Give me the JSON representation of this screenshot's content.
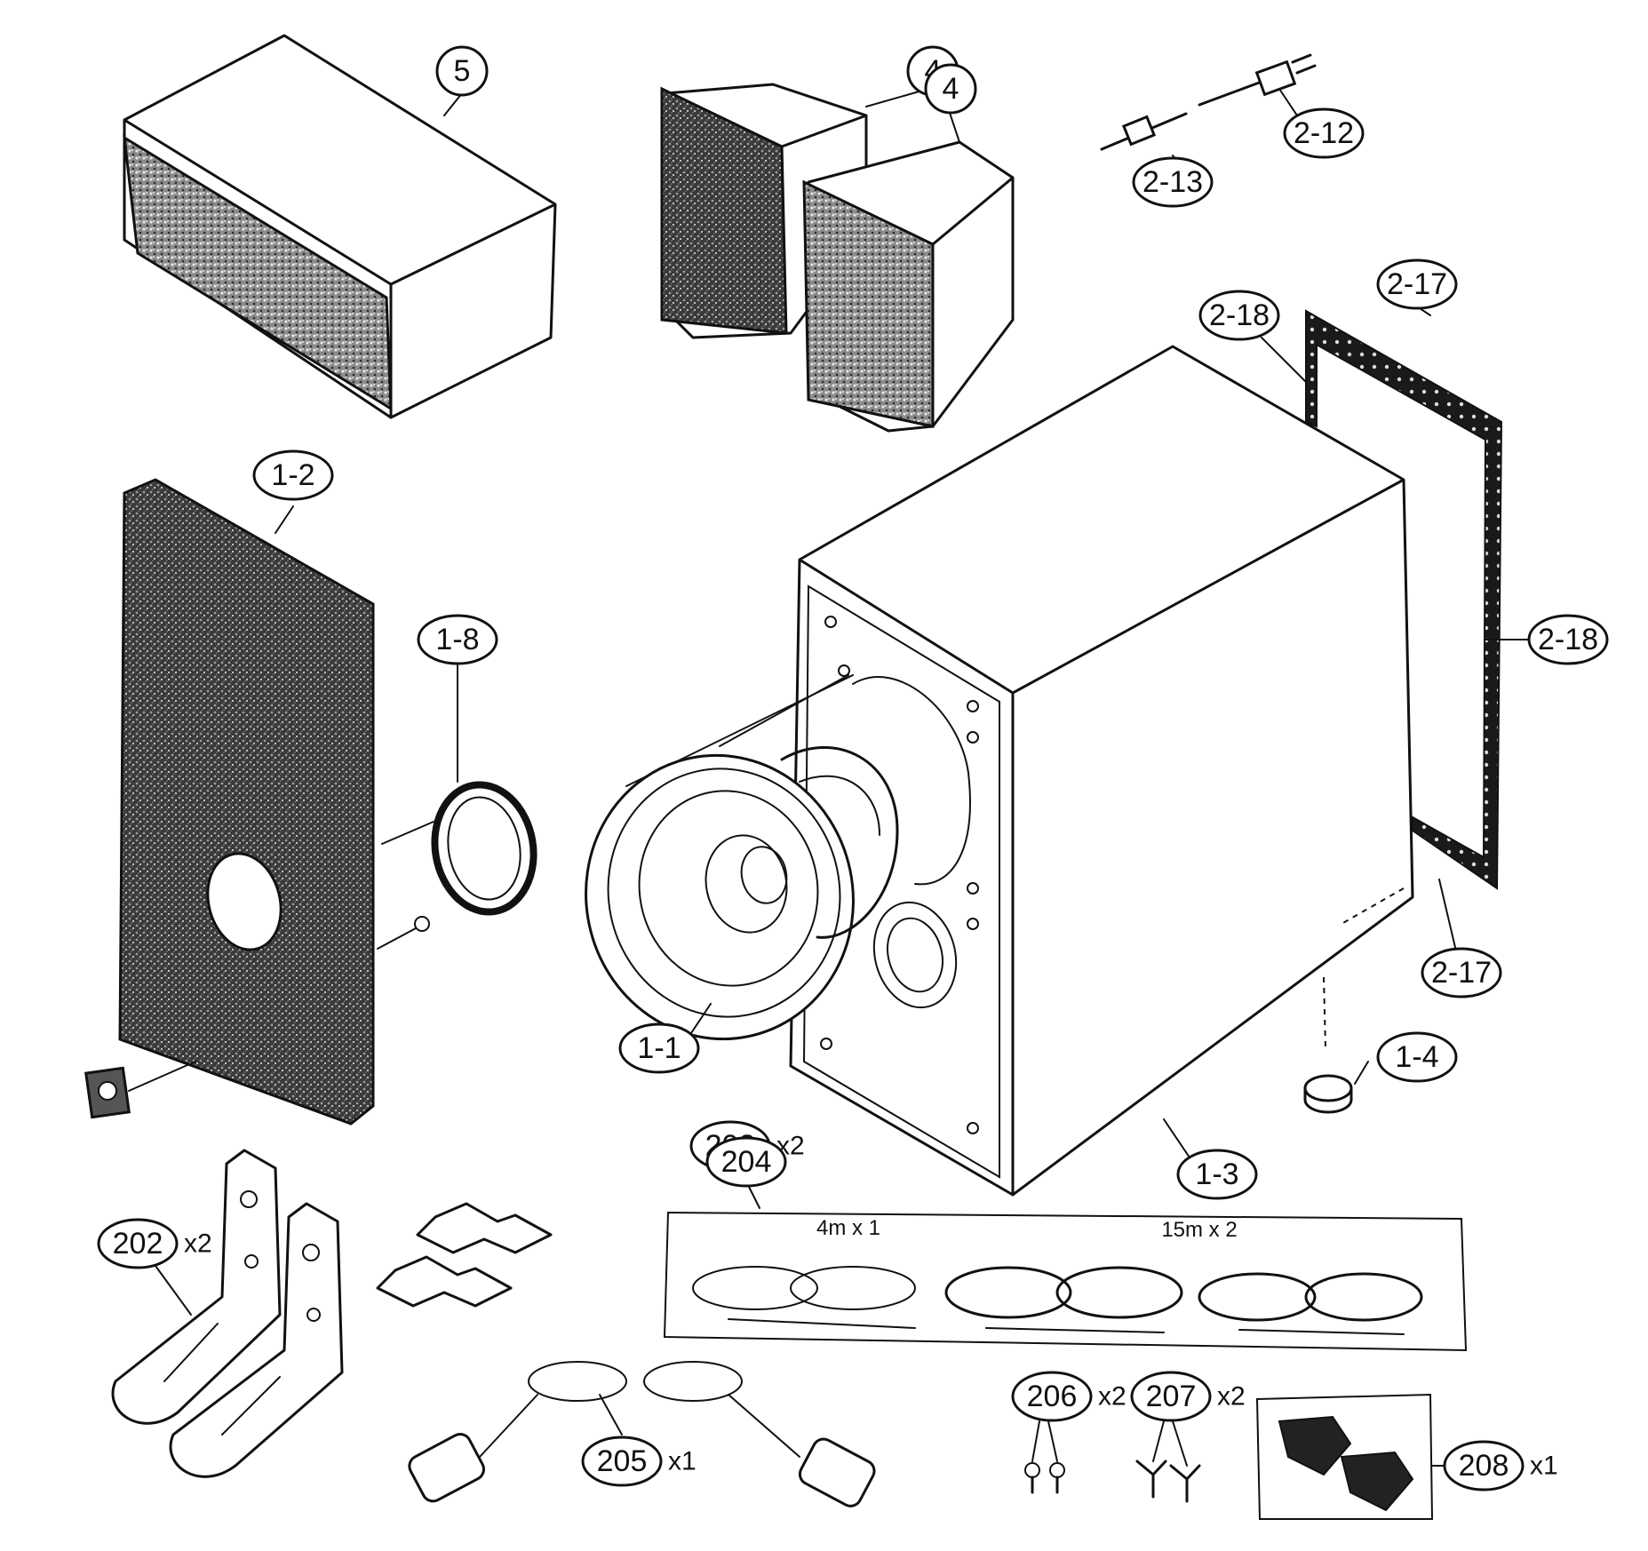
{
  "parts": [
    {
      "id": "5"
    },
    {
      "id": "4"
    },
    {
      "id": "4"
    },
    {
      "id": "2-12"
    },
    {
      "id": "2-13"
    },
    {
      "id": "2-17"
    },
    {
      "id": "2-18"
    },
    {
      "id": "2-18"
    },
    {
      "id": "2-17"
    },
    {
      "id": "1-2"
    },
    {
      "id": "1-8"
    },
    {
      "id": "1-1"
    },
    {
      "id": "1-4"
    },
    {
      "id": "1-3"
    },
    {
      "id": "203",
      "qty": "x2"
    },
    {
      "id": "204"
    },
    {
      "id": "202",
      "qty": "x2"
    },
    {
      "id": "205",
      "qty": "x1"
    },
    {
      "id": "206",
      "qty": "x2"
    },
    {
      "id": "207",
      "qty": "x2"
    },
    {
      "id": "208",
      "qty": "x1"
    }
  ],
  "cables": {
    "short_length": "4m x 1",
    "long_length": "15m x 2"
  }
}
